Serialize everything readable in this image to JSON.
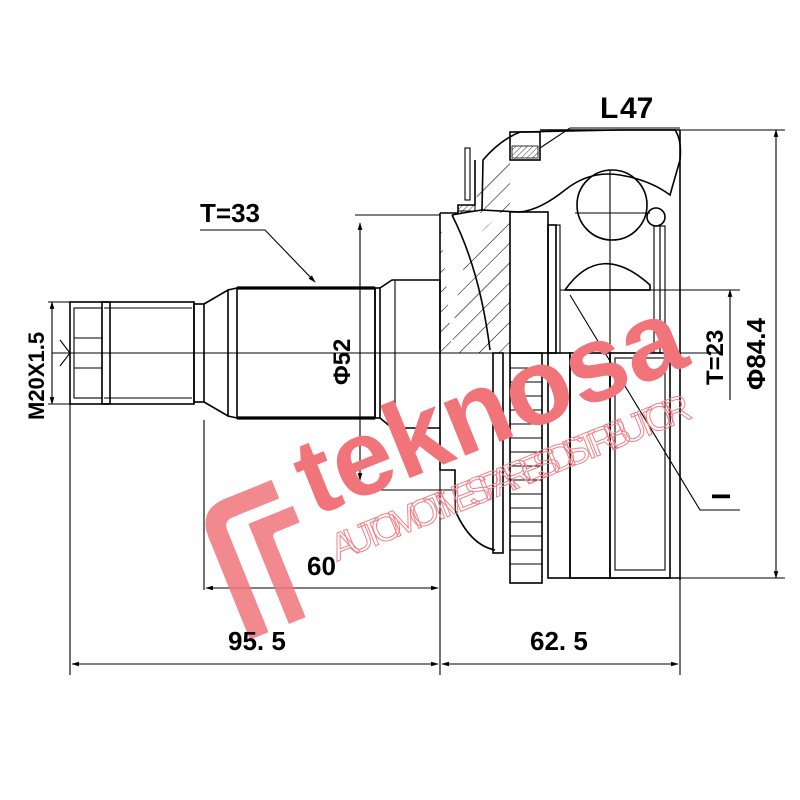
{
  "drawing": {
    "subject": "CV joint (outer) technical drawing",
    "dimensions": {
      "thread": "M20X1.5",
      "spline_teeth_shaft": "T=33",
      "shaft_diameter": "Φ52",
      "spline_teeth_inner": "T=23",
      "outer_diameter": "Φ84.4",
      "abs_ring_teeth": "47",
      "length_60": "60",
      "length_95_5": "95. 5",
      "length_62_5": "62. 5",
      "abs_label_prefix": "L",
      "inner_marker": "I"
    },
    "colors": {
      "line": "#000000",
      "background": "#ffffff",
      "watermark": "#f0747a"
    }
  },
  "watermark": {
    "brand": "teknosa",
    "tagline": "AUTOMOTIVE SPARES DISTRIBUTOR"
  }
}
